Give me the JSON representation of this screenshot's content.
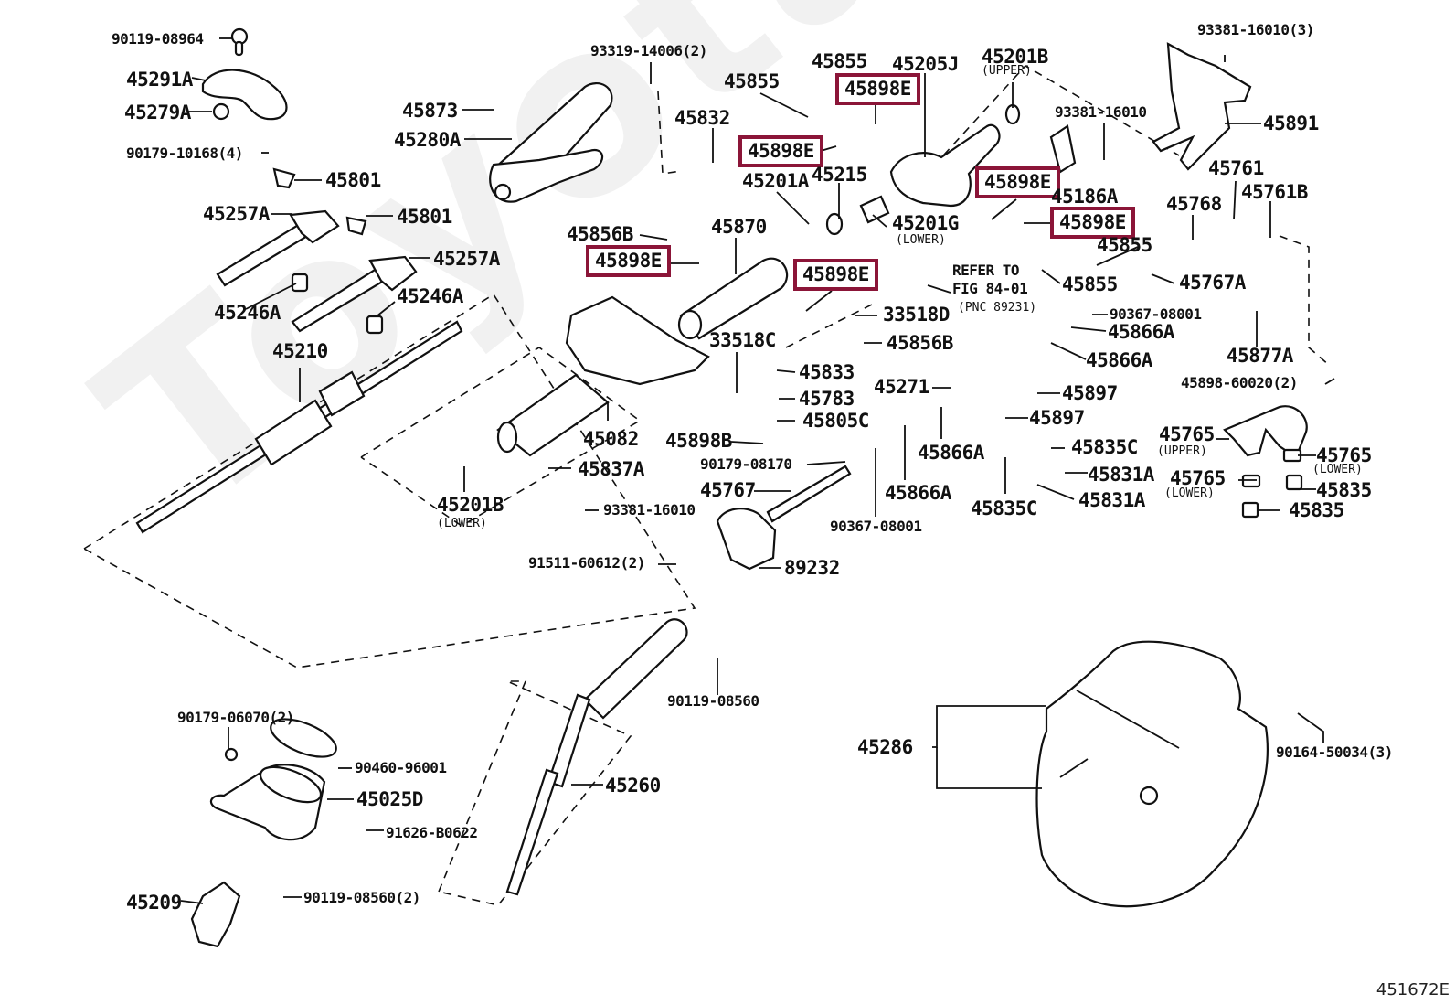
{
  "diagram": {
    "type": "exploded parts diagram",
    "subject": "steering column assembly",
    "watermark": "ToyotaCarsparts.ru",
    "figure_number": "451672E",
    "highlight_color": "#8b1538",
    "highlighted_part": "45898E",
    "labels": [
      {
        "id": "l01",
        "text": "90119-08964"
      },
      {
        "id": "l02",
        "text": "45291A"
      },
      {
        "id": "l03",
        "text": "45279A"
      },
      {
        "id": "l04",
        "text": "90179-10168(4)"
      },
      {
        "id": "l05",
        "text": "45801"
      },
      {
        "id": "l06",
        "text": "45257A"
      },
      {
        "id": "l07",
        "text": "45801"
      },
      {
        "id": "l08",
        "text": "45257A"
      },
      {
        "id": "l09",
        "text": "45246A"
      },
      {
        "id": "l10",
        "text": "45246A"
      },
      {
        "id": "l11",
        "text": "45210"
      },
      {
        "id": "l12",
        "text": "45873"
      },
      {
        "id": "l13",
        "text": "45280A"
      },
      {
        "id": "l14",
        "text": "93319-14006(2)"
      },
      {
        "id": "l15",
        "text": "45855"
      },
      {
        "id": "l16",
        "text": "45832"
      },
      {
        "id": "l17",
        "text": "45855"
      },
      {
        "id": "l18",
        "text": "45205J"
      },
      {
        "id": "l19",
        "text": "45201B"
      },
      {
        "id": "l19s",
        "text": "(UPPER)"
      },
      {
        "id": "l20",
        "text": "45898E",
        "highlight": true
      },
      {
        "id": "l21",
        "text": "45898E",
        "highlight": true
      },
      {
        "id": "l22",
        "text": "45201A"
      },
      {
        "id": "l23",
        "text": "45215"
      },
      {
        "id": "l24",
        "text": "45201G"
      },
      {
        "id": "l24s",
        "text": "(LOWER)"
      },
      {
        "id": "l25",
        "text": "45856B"
      },
      {
        "id": "l26",
        "text": "45898E",
        "highlight": true
      },
      {
        "id": "l27",
        "text": "45870"
      },
      {
        "id": "l28",
        "text": "45898E",
        "highlight": true
      },
      {
        "id": "l29",
        "text": "45898E",
        "highlight": true
      },
      {
        "id": "l30",
        "text": "45898E",
        "highlight": true
      },
      {
        "id": "l31",
        "text": "45186A"
      },
      {
        "id": "l32",
        "text": "93381-16010"
      },
      {
        "id": "l33",
        "text": "93381-16010(3)"
      },
      {
        "id": "l34",
        "text": "45891"
      },
      {
        "id": "l35",
        "text": "45761"
      },
      {
        "id": "l36",
        "text": "45761B"
      },
      {
        "id": "l37",
        "text": "45768"
      },
      {
        "id": "l38",
        "text": "45855"
      },
      {
        "id": "l39",
        "text": "45855"
      },
      {
        "id": "l40",
        "text": "45767A"
      },
      {
        "id": "l41",
        "text": "REFER TO"
      },
      {
        "id": "l41b",
        "text": "FIG 84-01"
      },
      {
        "id": "l41c",
        "text": "(PNC 89231)"
      },
      {
        "id": "l42",
        "text": "33518D"
      },
      {
        "id": "l43",
        "text": "45856B"
      },
      {
        "id": "l44",
        "text": "90367-08001"
      },
      {
        "id": "l45",
        "text": "45866A"
      },
      {
        "id": "l46",
        "text": "45866A"
      },
      {
        "id": "l47",
        "text": "45877A"
      },
      {
        "id": "l48",
        "text": "45898-60020(2)"
      },
      {
        "id": "l49",
        "text": "33518C"
      },
      {
        "id": "l50",
        "text": "45833"
      },
      {
        "id": "l51",
        "text": "45783"
      },
      {
        "id": "l52",
        "text": "45805C"
      },
      {
        "id": "l53",
        "text": "45898B"
      },
      {
        "id": "l54",
        "text": "90179-08170"
      },
      {
        "id": "l55",
        "text": "45767"
      },
      {
        "id": "l56",
        "text": "45271"
      },
      {
        "id": "l57",
        "text": "45897"
      },
      {
        "id": "l58",
        "text": "45897"
      },
      {
        "id": "l59",
        "text": "45866A"
      },
      {
        "id": "l60",
        "text": "45866A"
      },
      {
        "id": "l61",
        "text": "90367-08001"
      },
      {
        "id": "l62",
        "text": "45835C"
      },
      {
        "id": "l63",
        "text": "45831A"
      },
      {
        "id": "l64",
        "text": "45835C"
      },
      {
        "id": "l65",
        "text": "45831A"
      },
      {
        "id": "l66",
        "text": "45765"
      },
      {
        "id": "l66s",
        "text": "(UPPER)"
      },
      {
        "id": "l67",
        "text": "45765"
      },
      {
        "id": "l67s",
        "text": "(LOWER)"
      },
      {
        "id": "l68",
        "text": "45765"
      },
      {
        "id": "l68s",
        "text": "(LOWER)"
      },
      {
        "id": "l69",
        "text": "45835"
      },
      {
        "id": "l70",
        "text": "45835"
      },
      {
        "id": "l71",
        "text": "45082"
      },
      {
        "id": "l72",
        "text": "45837A"
      },
      {
        "id": "l73",
        "text": "93381-16010"
      },
      {
        "id": "l74",
        "text": "45201B"
      },
      {
        "id": "l74s",
        "text": "(LOWER)"
      },
      {
        "id": "l75",
        "text": "91511-60612(2)"
      },
      {
        "id": "l76",
        "text": "89232"
      },
      {
        "id": "l77",
        "text": "90119-08560"
      },
      {
        "id": "l78",
        "text": "45260"
      },
      {
        "id": "l79",
        "text": "90179-06070(2)"
      },
      {
        "id": "l80",
        "text": "90460-96001"
      },
      {
        "id": "l81",
        "text": "45025D"
      },
      {
        "id": "l82",
        "text": "91626-B0622"
      },
      {
        "id": "l83",
        "text": "45209"
      },
      {
        "id": "l84",
        "text": "90119-08560(2)"
      },
      {
        "id": "l85",
        "text": "45286"
      },
      {
        "id": "l86",
        "text": "90164-50034(3)"
      }
    ]
  }
}
